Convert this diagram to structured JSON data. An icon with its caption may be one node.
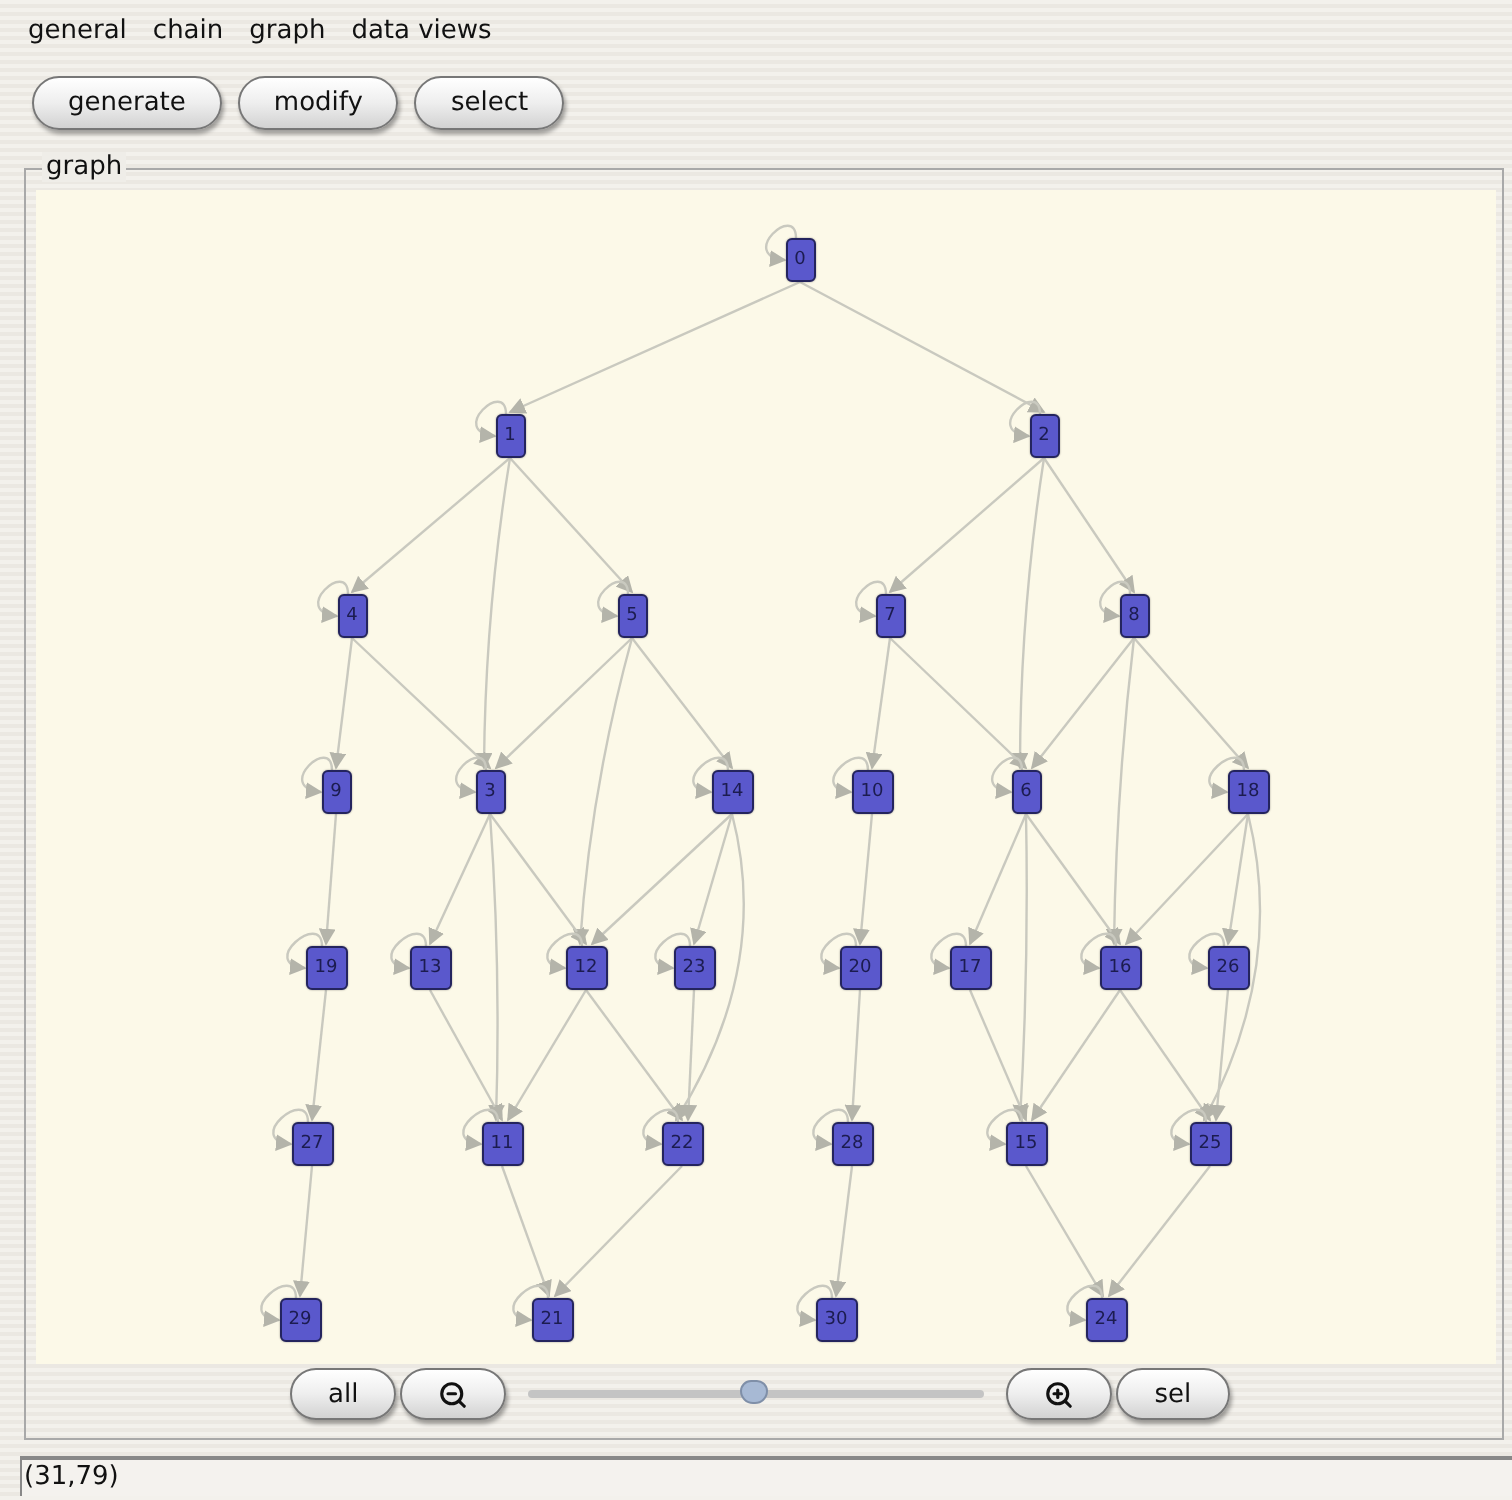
{
  "diagram": {
    "nodes": [
      {
        "text": [
          "0"
        ]
      },
      {
        "text": [
          "1"
        ]
      },
      {
        "text": [
          "2"
        ]
      },
      {
        "text": [
          "4"
        ]
      },
      {
        "text": [
          "5"
        ]
      },
      {
        "text": [
          "7"
        ]
      },
      {
        "text": [
          "8"
        ]
      },
      {
        "text": [
          "9"
        ]
      },
      {
        "text": [
          "3"
        ]
      },
      {
        "text": [
          "14"
        ]
      },
      {
        "text": [
          "10"
        ]
      },
      {
        "text": [
          "6"
        ]
      },
      {
        "text": [
          "18"
        ]
      },
      {
        "text": [
          "19"
        ]
      },
      {
        "text": [
          "13"
        ]
      },
      {
        "text": [
          "12"
        ]
      },
      {
        "text": [
          "23"
        ]
      },
      {
        "text": [
          "20"
        ]
      },
      {
        "text": [
          "17"
        ]
      },
      {
        "text": [
          "16"
        ]
      },
      {
        "text": [
          "26"
        ]
      },
      {
        "text": [
          "27"
        ]
      },
      {
        "text": [
          "11"
        ]
      },
      {
        "text": [
          "22"
        ]
      },
      {
        "text": [
          "28"
        ]
      },
      {
        "text": [
          "15"
        ]
      },
      {
        "text": [
          "25"
        ]
      },
      {
        "text": [
          "29"
        ]
      },
      {
        "text": [
          "21"
        ]
      },
      {
        "text": [
          "30"
        ]
      },
      {
        "text": [
          "24"
        ]
      }
    ],
    "edges": [
      {
        "from": 0,
        "to": 1,
        "arrow": "to"
      },
      {
        "from": 0,
        "to": 2,
        "arrow": "to"
      },
      {
        "from": 1,
        "to": 3,
        "arrow": "to"
      },
      {
        "from": 1,
        "to": 8,
        "arrow": "to"
      },
      {
        "from": 1,
        "to": 4,
        "arrow": "to"
      },
      {
        "from": 2,
        "to": 5,
        "arrow": "to"
      },
      {
        "from": 2,
        "to": 11,
        "arrow": "to"
      },
      {
        "from": 2,
        "to": 6,
        "arrow": "to"
      },
      {
        "from": 3,
        "to": 7,
        "arrow": "to"
      },
      {
        "from": 3,
        "to": 8,
        "arrow": "to"
      },
      {
        "from": 4,
        "to": 8,
        "arrow": "to"
      },
      {
        "from": 4,
        "to": 15,
        "arrow": "to"
      },
      {
        "from": 4,
        "to": 9,
        "arrow": "to"
      },
      {
        "from": 5,
        "to": 10,
        "arrow": "to"
      },
      {
        "from": 5,
        "to": 11,
        "arrow": "to"
      },
      {
        "from": 6,
        "to": 11,
        "arrow": "to"
      },
      {
        "from": 6,
        "to": 19,
        "arrow": "to"
      },
      {
        "from": 6,
        "to": 12,
        "arrow": "to"
      },
      {
        "from": 7,
        "to": 13,
        "arrow": "to"
      },
      {
        "from": 8,
        "to": 14,
        "arrow": "to"
      },
      {
        "from": 8,
        "to": 22,
        "arrow": "to"
      },
      {
        "from": 8,
        "to": 15,
        "arrow": "to"
      },
      {
        "from": 9,
        "to": 15,
        "arrow": "to"
      },
      {
        "from": 9,
        "to": 16,
        "arrow": "to"
      },
      {
        "from": 9,
        "to": 23,
        "arrow": "to"
      },
      {
        "from": 10,
        "to": 17,
        "arrow": "to"
      },
      {
        "from": 11,
        "to": 18,
        "arrow": "to"
      },
      {
        "from": 11,
        "to": 25,
        "arrow": "to"
      },
      {
        "from": 11,
        "to": 19,
        "arrow": "to"
      },
      {
        "from": 12,
        "to": 19,
        "arrow": "to"
      },
      {
        "from": 12,
        "to": 20,
        "arrow": "to"
      },
      {
        "from": 12,
        "to": 26,
        "arrow": "to"
      },
      {
        "from": 13,
        "to": 21,
        "arrow": "to"
      },
      {
        "from": 14,
        "to": 22,
        "arrow": "to"
      },
      {
        "from": 15,
        "to": 22,
        "arrow": "to"
      },
      {
        "from": 15,
        "to": 23,
        "arrow": "to"
      },
      {
        "from": 16,
        "to": 23,
        "arrow": "to"
      },
      {
        "from": 17,
        "to": 24,
        "arrow": "to"
      },
      {
        "from": 18,
        "to": 25,
        "arrow": "to"
      },
      {
        "from": 19,
        "to": 25,
        "arrow": "to"
      },
      {
        "from": 19,
        "to": 26,
        "arrow": "to"
      },
      {
        "from": 20,
        "to": 26,
        "arrow": "to"
      },
      {
        "from": 21,
        "to": 27,
        "arrow": "to"
      },
      {
        "from": 22,
        "to": 28,
        "arrow": "to"
      },
      {
        "from": 23,
        "to": 28,
        "arrow": "to"
      },
      {
        "from": 24,
        "to": 29,
        "arrow": "to"
      },
      {
        "from": 25,
        "to": 30,
        "arrow": "to"
      },
      {
        "from": 26,
        "to": 30,
        "arrow": "to"
      },
      {
        "from": 0,
        "to": 0,
        "arrow": "to"
      },
      {
        "from": 1,
        "to": 1,
        "arrow": "to"
      },
      {
        "from": 2,
        "to": 2,
        "arrow": "to"
      },
      {
        "from": 3,
        "to": 3,
        "arrow": "to"
      },
      {
        "from": 4,
        "to": 4,
        "arrow": "to"
      },
      {
        "from": 5,
        "to": 5,
        "arrow": "to"
      },
      {
        "from": 6,
        "to": 6,
        "arrow": "to"
      },
      {
        "from": 7,
        "to": 7,
        "arrow": "to"
      },
      {
        "from": 8,
        "to": 8,
        "arrow": "to"
      },
      {
        "from": 9,
        "to": 9,
        "arrow": "to"
      },
      {
        "from": 10,
        "to": 10,
        "arrow": "to"
      },
      {
        "from": 11,
        "to": 11,
        "arrow": "to"
      },
      {
        "from": 12,
        "to": 12,
        "arrow": "to"
      },
      {
        "from": 13,
        "to": 13,
        "arrow": "to"
      },
      {
        "from": 14,
        "to": 14,
        "arrow": "to"
      },
      {
        "from": 15,
        "to": 15,
        "arrow": "to"
      },
      {
        "from": 16,
        "to": 16,
        "arrow": "to"
      },
      {
        "from": 17,
        "to": 17,
        "arrow": "to"
      },
      {
        "from": 18,
        "to": 18,
        "arrow": "to"
      },
      {
        "from": 19,
        "to": 19,
        "arrow": "to"
      },
      {
        "from": 20,
        "to": 20,
        "arrow": "to"
      },
      {
        "from": 21,
        "to": 21,
        "arrow": "to"
      },
      {
        "from": 22,
        "to": 22,
        "arrow": "to"
      },
      {
        "from": 23,
        "to": 23,
        "arrow": "to"
      },
      {
        "from": 24,
        "to": 24,
        "arrow": "to"
      },
      {
        "from": 25,
        "to": 25,
        "arrow": "to"
      },
      {
        "from": 26,
        "to": 26,
        "arrow": "to"
      },
      {
        "from": 27,
        "to": 27,
        "arrow": "to"
      },
      {
        "from": 28,
        "to": 28,
        "arrow": "to"
      },
      {
        "from": 29,
        "to": 29,
        "arrow": "to"
      },
      {
        "from": 30,
        "to": 30,
        "arrow": "to"
      }
    ],
    "labels": [
      "general",
      "chain",
      "graph",
      "data views",
      "generate",
      "modify",
      "select",
      "graph",
      "all",
      "sel",
      "(31,79)"
    ]
  }
}
